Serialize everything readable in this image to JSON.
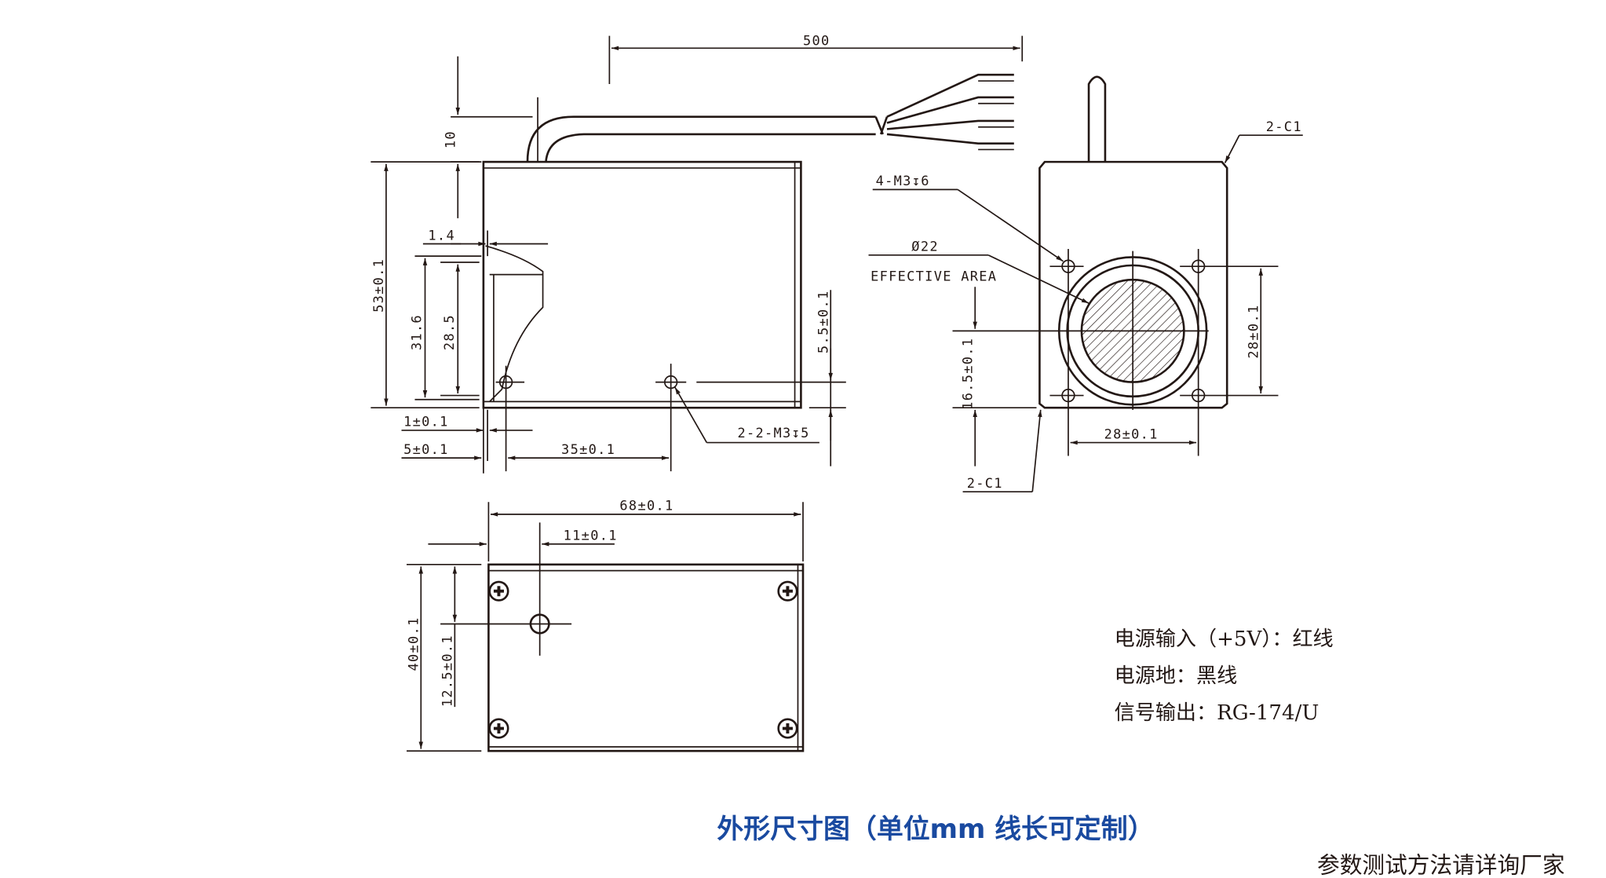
{
  "side_view": {
    "cable_length": "500",
    "cable_offset": "10",
    "height_total": "53±0.1",
    "window_outer": "31.6",
    "window_inner": "28.5",
    "flange": "1.4",
    "hole_from_bottom": "5.5±0.1",
    "wall": "1±0.1",
    "hole_offset": "5±0.1",
    "hole_spacing": "35±0.1",
    "hole_callout": "2-2-M3↧5"
  },
  "front_view": {
    "chamfer_top": "2-C1",
    "chamfer_bottom": "2-C1",
    "holes": "4-M3↧6",
    "diameter": "Ø22",
    "effective_area": "EFFECTIVE AREA",
    "hole_pitch_v": "28±0.1",
    "hole_pitch_h": "28±0.1",
    "center_height": "16.5±0.1"
  },
  "bottom_view": {
    "length": "68±0.1",
    "connector_x": "11±0.1",
    "width": "40±0.1",
    "connector_y": "12.5±0.1"
  },
  "notes": [
    "电源输入（+5V）：红线",
    "电源地：黑线",
    "信号输出：RG-174/U"
  ],
  "title": "外形尺寸图（单位mm 线长可定制）",
  "footer": "参数测试方法请详询厂家",
  "colors": {
    "line": "#231815",
    "title": "#1a4aa0"
  }
}
